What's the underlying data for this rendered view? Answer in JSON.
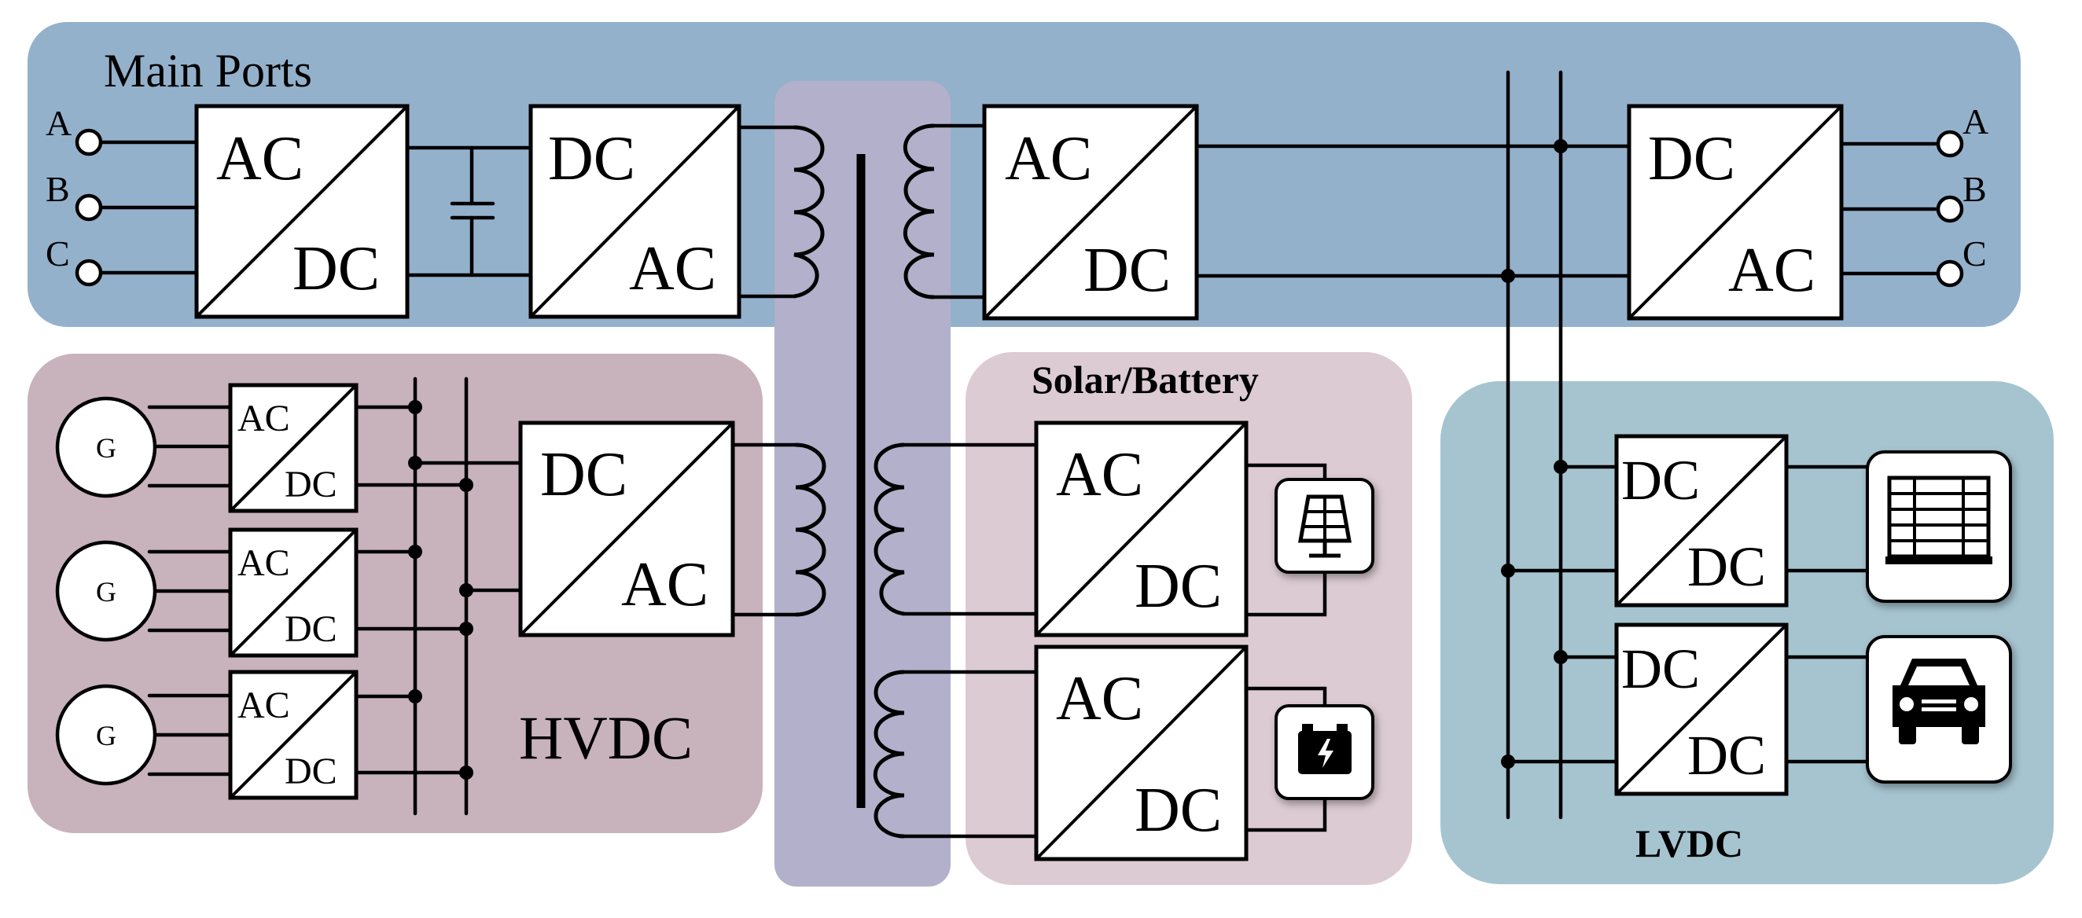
{
  "colors": {
    "main": "#94b1cc",
    "hvdc": "#c8b2bc",
    "transformer": "#b2b0ca",
    "solar": "#dccbd2",
    "lvdc": "#a6c4d0"
  },
  "regions": {
    "main": "Main Ports",
    "hvdc": "HVDC",
    "solar": "Solar/Battery",
    "lvdc": "LVDC"
  },
  "ports": {
    "left": [
      "A",
      "B",
      "C"
    ],
    "right": [
      "A",
      "B",
      "C"
    ]
  },
  "generator_label": "G",
  "converters": {
    "main_ac_dc": {
      "top": "AC",
      "bottom": "DC"
    },
    "main_dc_ac": {
      "top": "DC",
      "bottom": "AC"
    },
    "main_ac_dc_2": {
      "top": "AC",
      "bottom": "DC"
    },
    "main_dc_ac_2": {
      "top": "DC",
      "bottom": "AC"
    },
    "gen1": {
      "top": "AC",
      "bottom": "DC"
    },
    "gen2": {
      "top": "AC",
      "bottom": "DC"
    },
    "gen3": {
      "top": "AC",
      "bottom": "DC"
    },
    "hvdc_dc_ac": {
      "top": "DC",
      "bottom": "AC"
    },
    "solar_ac_dc": {
      "top": "AC",
      "bottom": "DC"
    },
    "battery_ac_dc": {
      "top": "AC",
      "bottom": "DC"
    },
    "lvdc_dc_dc_1": {
      "top": "DC",
      "bottom": "DC"
    },
    "lvdc_dc_dc_2": {
      "top": "DC",
      "bottom": "DC"
    }
  },
  "devices": [
    "solar-panel-icon",
    "battery-icon",
    "server-rack-icon",
    "car-icon"
  ]
}
